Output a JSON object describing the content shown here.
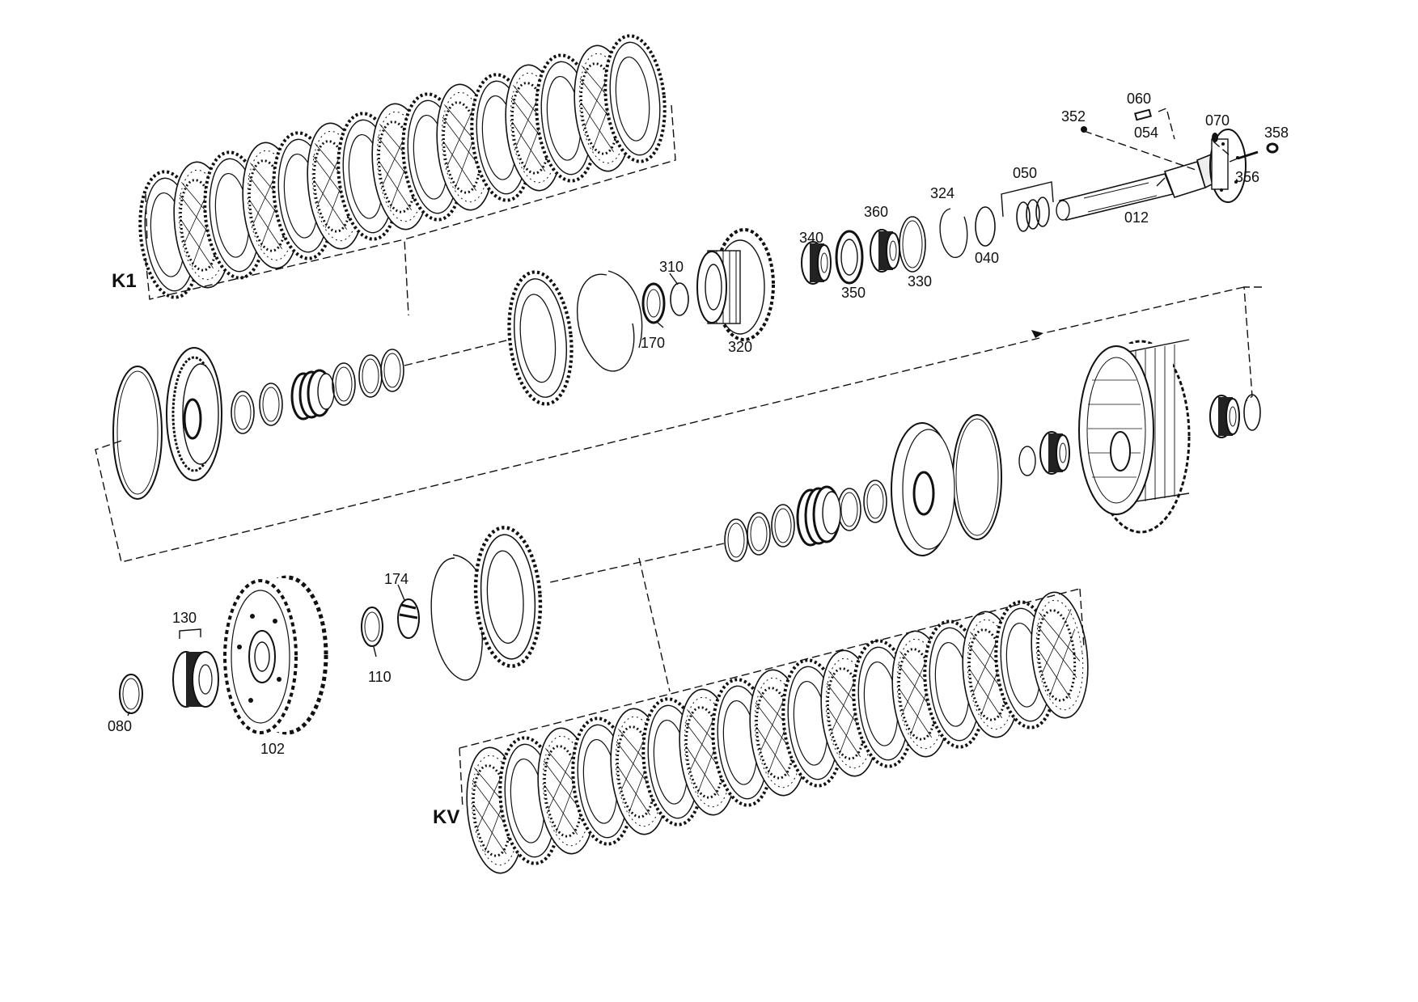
{
  "group_labels": {
    "k1": "K1",
    "kv": "KV"
  },
  "part_labels": {
    "p012": "012",
    "p040": "040",
    "p050": "050",
    "p054": "054",
    "p060": "060",
    "p070": "070",
    "p080": "080",
    "p102": "102",
    "p110": "110",
    "p130": "130",
    "p170": "170",
    "p174": "174",
    "p310": "310",
    "p320": "320",
    "p324": "324",
    "p330": "330",
    "p340": "340",
    "p350": "350",
    "p352": "352",
    "p356": "356",
    "p358": "358",
    "p360": "360"
  }
}
